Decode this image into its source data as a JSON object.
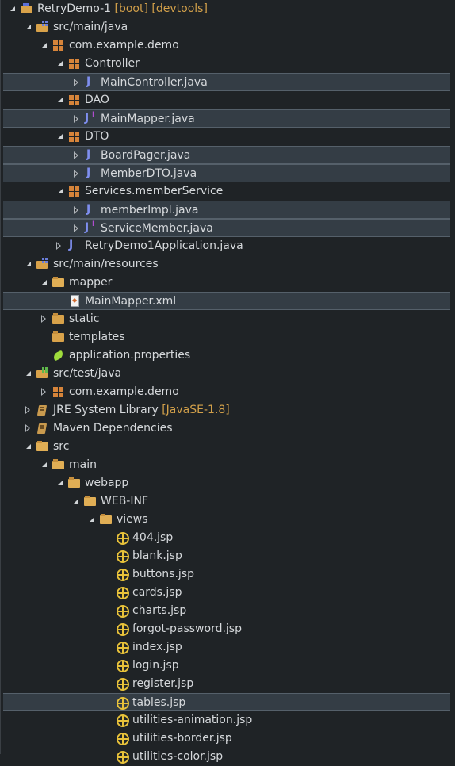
{
  "tree": {
    "project": {
      "label": "RetryDemo-1",
      "decoration": "[boot] [devtools]"
    },
    "src_main_java": "src/main/java",
    "pkg_demo": "com.example.demo",
    "pkg_controller": "Controller",
    "file_main_controller": "MainController.java",
    "pkg_dao": "DAO",
    "file_main_mapper": "MainMapper.java",
    "pkg_dto": "DTO",
    "file_board_pager": "BoardPager.java",
    "file_member_dto": "MemberDTO.java",
    "pkg_services": "Services.memberService",
    "file_member_impl": "memberImpl.java",
    "file_service_member": "ServiceMember.java",
    "file_app": "RetryDemo1Application.java",
    "src_main_resources": "src/main/resources",
    "folder_mapper": "mapper",
    "file_main_mapper_xml": "MainMapper.xml",
    "folder_static": "static",
    "folder_templates": "templates",
    "file_app_props": "application.properties",
    "src_test_java": "src/test/java",
    "pkg_test_demo": "com.example.demo",
    "jre": {
      "label": "JRE System Library",
      "decoration": "[JavaSE-1.8]"
    },
    "maven": "Maven Dependencies",
    "folder_src": "src",
    "folder_main": "main",
    "folder_webapp": "webapp",
    "folder_webinf": "WEB-INF",
    "folder_views": "views",
    "jsp": [
      "404.jsp",
      "blank.jsp",
      "buttons.jsp",
      "cards.jsp",
      "charts.jsp",
      "forgot-password.jsp",
      "index.jsp",
      "login.jsp",
      "register.jsp",
      "tables.jsp",
      "utilities-animation.jsp",
      "utilities-border.jsp",
      "utilities-color.jsp"
    ]
  }
}
